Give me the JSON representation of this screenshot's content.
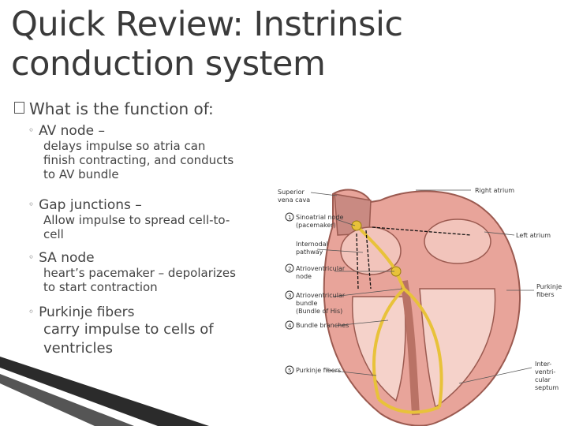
{
  "title": {
    "line1": "Quick Review:  Instrinsic",
    "line2": "conduction system"
  },
  "question": "What is the function of:",
  "items": [
    {
      "term": "AV node –",
      "answer": [
        "delays impulse so atria can",
        "finish contracting, and conducts",
        "to AV bundle"
      ]
    },
    {
      "term": "Gap junctions –",
      "answer": [
        "Allow impulse to spread cell-to-",
        "cell"
      ]
    },
    {
      "term": "SA node",
      "answer": [
        "heart’s pacemaker – depolarizes",
        "to start contraction"
      ]
    },
    {
      "term": "Purkinje fibers",
      "answer": [
        "carry impulse to cells of",
        "ventricles"
      ]
    }
  ],
  "diagram": {
    "left_labels": [
      "Superior",
      "vena cava",
      "1",
      "Sinoatrial node",
      "(pacemaker)",
      "Internodal",
      "pathway",
      "2",
      "Atrioventricular",
      "node",
      "3",
      "Atrioventricular",
      "bundle",
      "(Bundle of His)",
      "4",
      "Bundle branches",
      "5",
      "Purkinje fibers"
    ],
    "right_labels": [
      "Right atrium",
      "Left atrium",
      "Purkinje",
      "fibers",
      "Inter-",
      "ventri-",
      "cular",
      "septum"
    ]
  },
  "colors": {
    "heart_tissue": "#e8a49a",
    "conduction": "#e8c23a",
    "text": "#444444"
  }
}
